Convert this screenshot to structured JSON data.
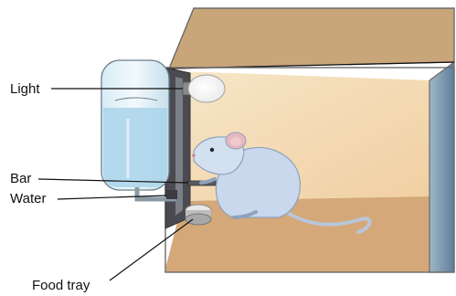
{
  "labels": {
    "light": "Light",
    "bar": "Bar",
    "water": "Water",
    "food_tray": "Food tray"
  },
  "colors": {
    "box_top": "#c9a57a",
    "box_back": "#f3ddb8",
    "box_floor": "#d4a878",
    "box_right_wall": "#6f8fa8",
    "box_edge": "#6b6b6b",
    "water": "#a9d3ea",
    "mouse": "#c9d8ec",
    "ear_inner": "#e7b7be",
    "label_text": "#111111"
  },
  "icons": {
    "light_bulb": "light-bulb-icon",
    "water_bottle": "water-bottle-icon",
    "mouse": "mouse-icon",
    "food_tray": "food-tray-icon",
    "bar": "lever-bar-icon"
  }
}
